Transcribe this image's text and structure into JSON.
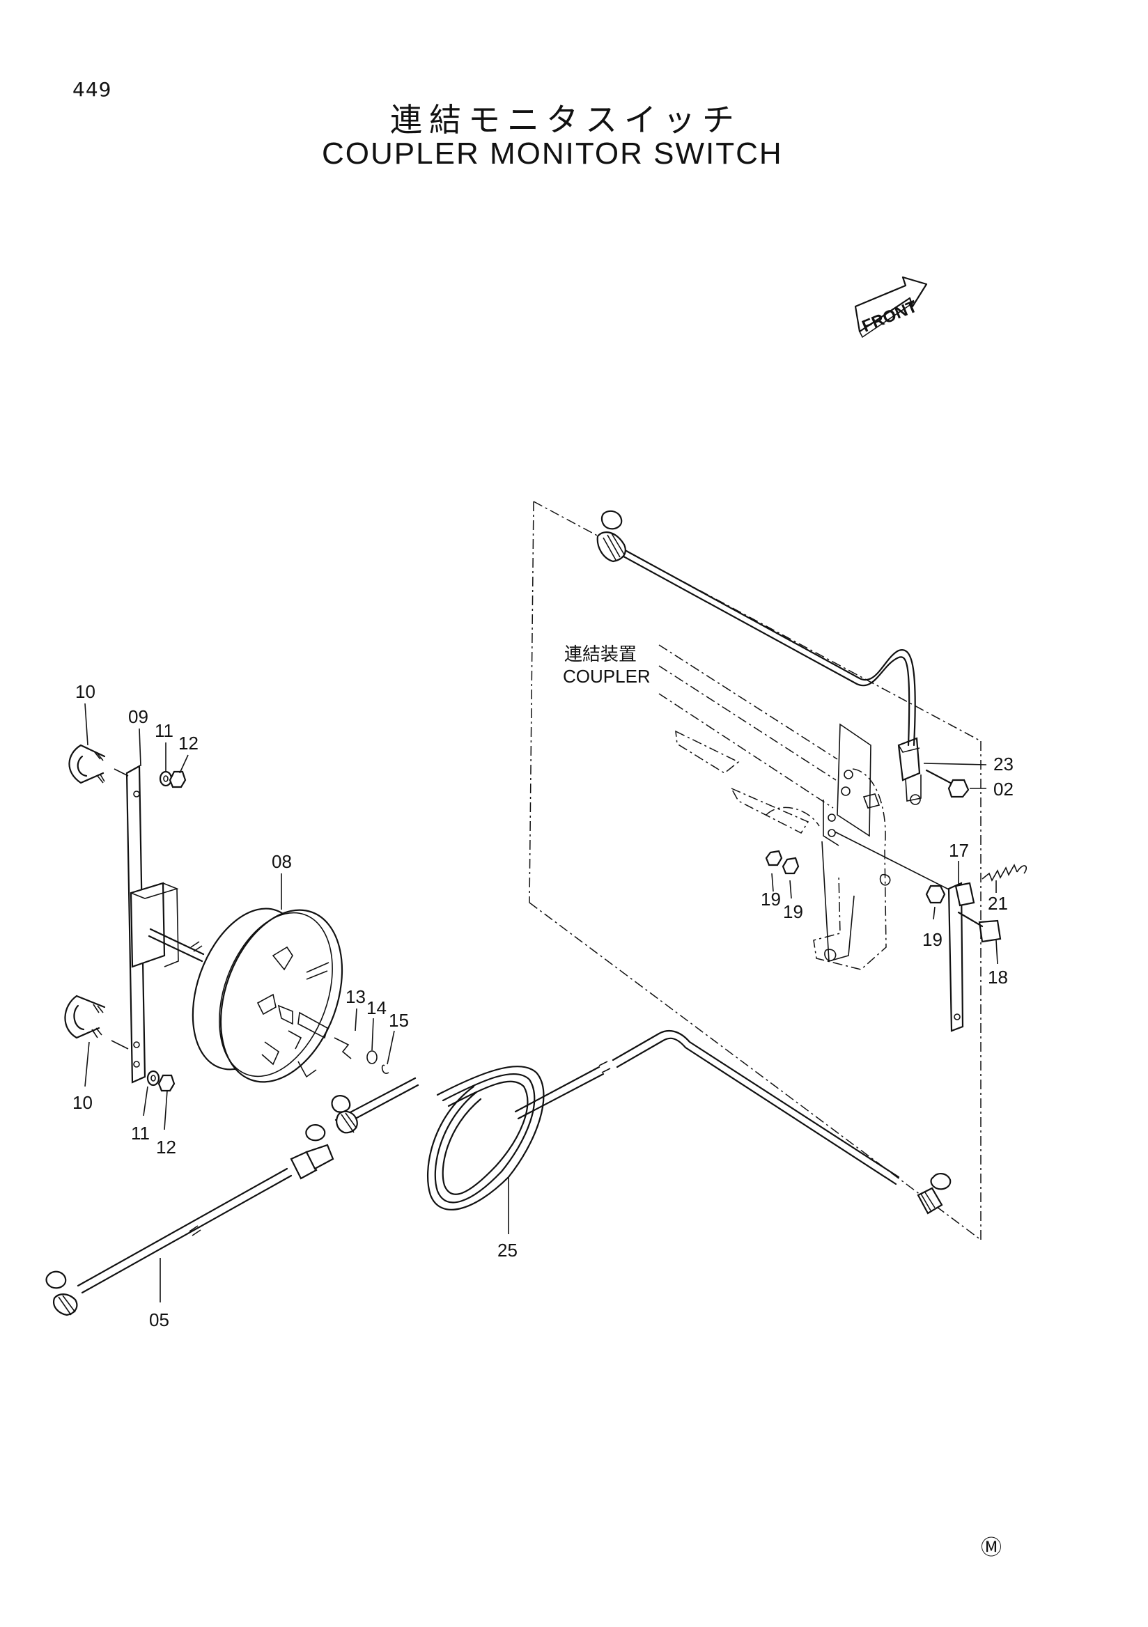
{
  "page_number": "449",
  "title_jp": "連結モニタスイッチ",
  "title_en": "COUPLER MONITOR SWITCH",
  "front_label": "FRONT",
  "coupler_label_jp": "連結装置",
  "coupler_label_en": "COUPLER",
  "marker": "Ⓜ",
  "part_callouts": {
    "p23": "23",
    "p02": "02",
    "p17": "17",
    "p21": "21",
    "p19a": "19",
    "p19b": "19",
    "p19c": "19",
    "p18": "18",
    "p10a": "10",
    "p09": "09",
    "p11a": "11",
    "p12a": "12",
    "p08": "08",
    "p13": "13",
    "p14": "14",
    "p15": "15",
    "p10b": "10",
    "p11b": "11",
    "p12b": "12",
    "p25": "25",
    "p05": "05"
  }
}
